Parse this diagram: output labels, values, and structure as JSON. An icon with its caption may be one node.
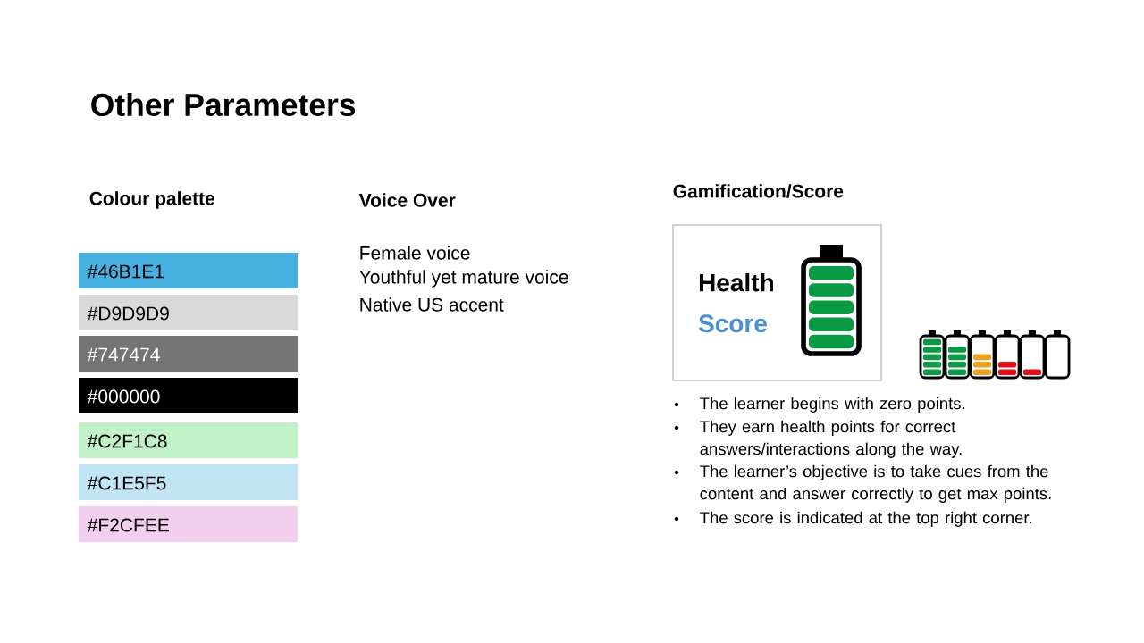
{
  "diagram": {
    "title": "Other Parameters",
    "nodes": [
      {
        "text": [
          "Health",
          "Score"
        ]
      }
    ],
    "labels": [
      "Colour palette",
      "Voice Over",
      "Female voice",
      "Youthful yet mature voice",
      "Native US accent",
      "Gamification/Score",
      "The learner begins with zero points.",
      "They earn health points for correct answers/interactions along the way.",
      "The learner’s objective is to take cues from the content and answer correctly to get max points.",
      "The score is indicated at the top right corner."
    ],
    "legend": [
      {
        "text": "#46B1E1",
        "color": "#46b1e1"
      },
      {
        "text": "#D9D9D9",
        "color": "#d9d9d9"
      },
      {
        "text": "#747474",
        "color": "#747474"
      },
      {
        "text": "#000000",
        "color": "#000000"
      },
      {
        "text": "#C2F1C8",
        "color": "#c2f1c8"
      },
      {
        "text": "#C1E5F5",
        "color": "#c1e5f5"
      },
      {
        "text": "#F2CFEE",
        "color": "#f2cfee"
      }
    ]
  }
}
